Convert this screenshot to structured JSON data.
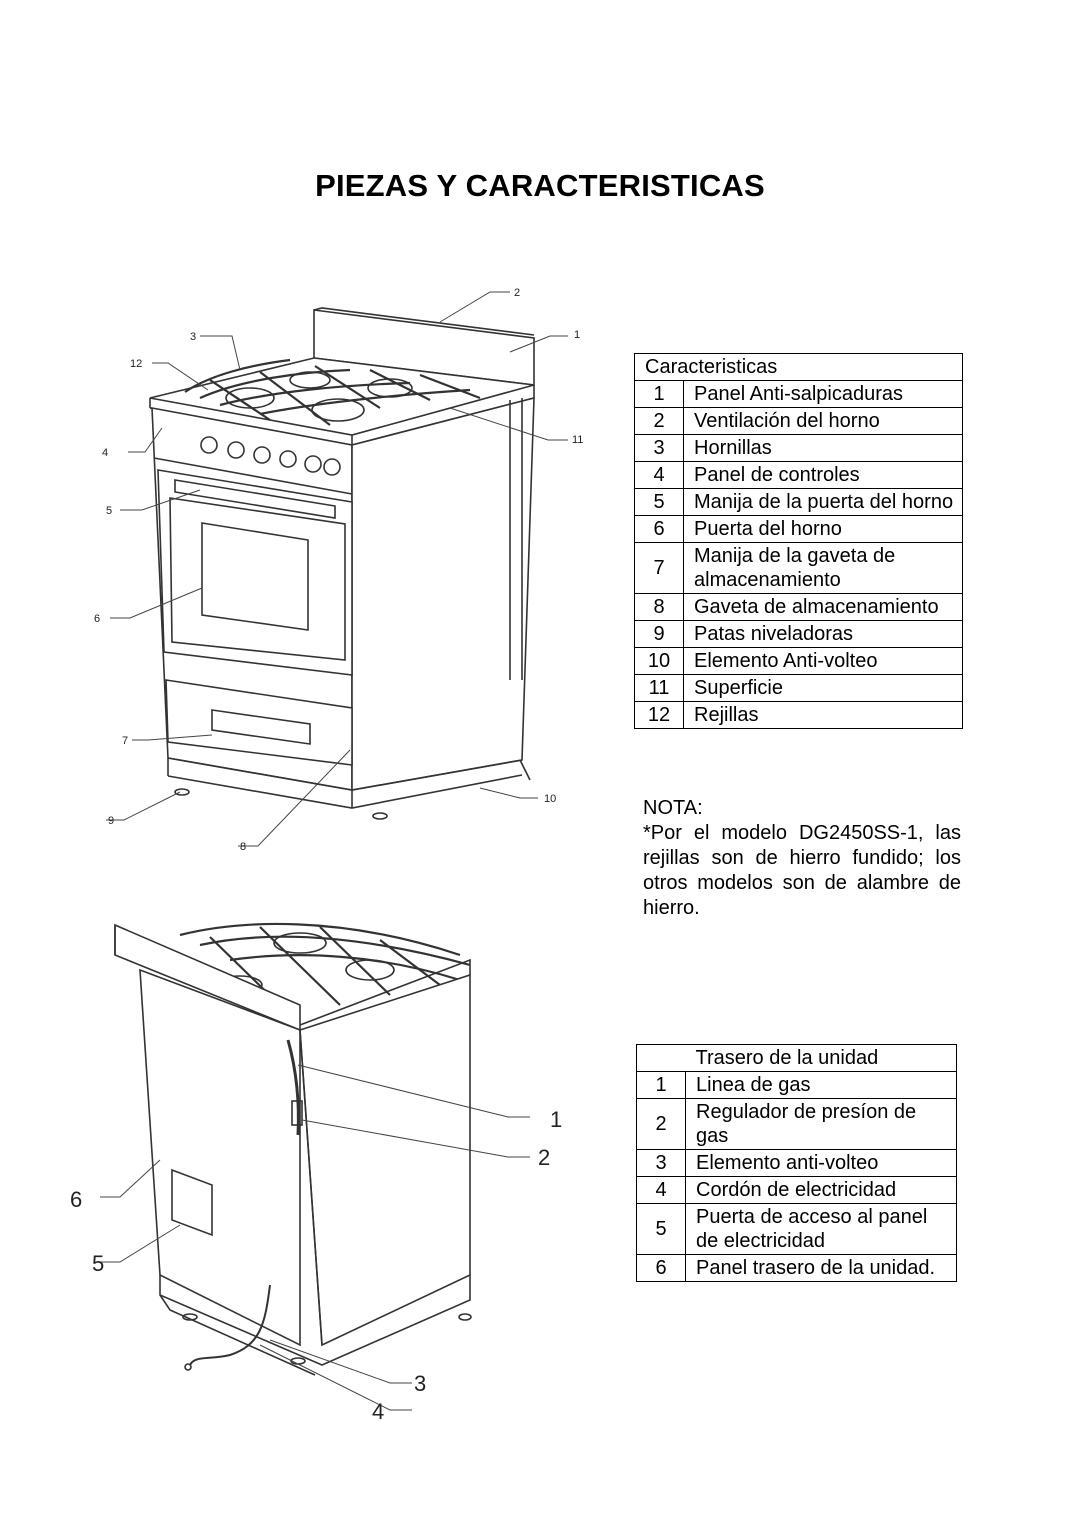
{
  "title": "PIEZAS Y CARACTERISTICAS",
  "front_diagram": {
    "callouts": [
      "1",
      "2",
      "3",
      "4",
      "5",
      "6",
      "7",
      "8",
      "9",
      "10",
      "11",
      "12"
    ]
  },
  "rear_diagram": {
    "callouts": [
      "1",
      "2",
      "3",
      "4",
      "5",
      "6"
    ]
  },
  "features_table": {
    "header": "Caracteristicas",
    "rows": [
      {
        "num": "1",
        "label": "Panel Anti-salpicaduras"
      },
      {
        "num": "2",
        "label": "Ventilación del horno"
      },
      {
        "num": "3",
        "label": "Hornillas"
      },
      {
        "num": "4",
        "label": "Panel de controles"
      },
      {
        "num": "5",
        "label": "Manija de la puerta del horno"
      },
      {
        "num": "6",
        "label": "Puerta del horno"
      },
      {
        "num": "7",
        "label": "Manija de la gaveta de almacenamiento"
      },
      {
        "num": "8",
        "label": "Gaveta de almacenamiento"
      },
      {
        "num": "9",
        "label": "Patas niveladoras"
      },
      {
        "num": "10",
        "label": "Elemento Anti-volteo"
      },
      {
        "num": "11",
        "label": "Superficie"
      },
      {
        "num": "12",
        "label": "Rejillas"
      }
    ]
  },
  "note": {
    "heading": "NOTA:",
    "text": "*Por el modelo DG2450SS-1, las rejillas son de hierro fundido; los otros modelos son de alambre de hierro."
  },
  "rear_table": {
    "header": "Trasero de la unidad",
    "rows": [
      {
        "num": "1",
        "label": "Linea de gas"
      },
      {
        "num": "2",
        "label": "Regulador de presíon de gas"
      },
      {
        "num": "3",
        "label": "Elemento anti-volteo"
      },
      {
        "num": "4",
        "label": "Cordón de electricidad"
      },
      {
        "num": "5",
        "label": "Puerta de acceso al panel de electricidad"
      },
      {
        "num": "6",
        "label": "Panel trasero de la unidad."
      }
    ]
  }
}
